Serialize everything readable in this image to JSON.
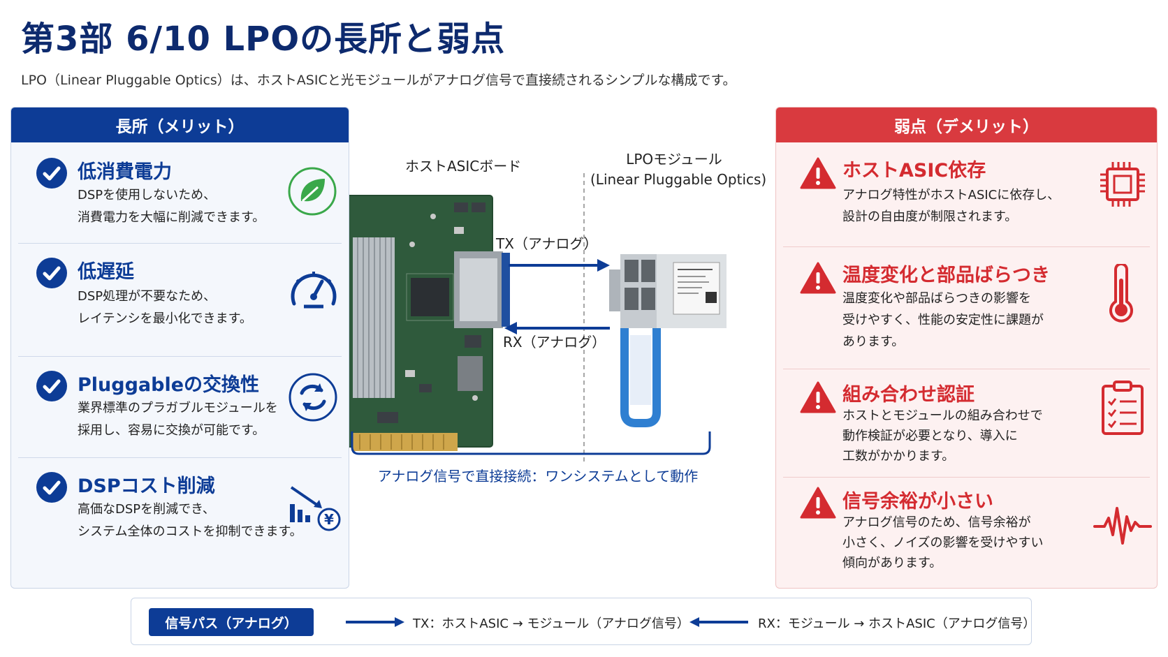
{
  "title": "第3部 6/10 LPOの長所と弱点",
  "subtitle": "LPO（Linear Pluggable Optics）は、ホストASICと光モジュールがアナログ信号で直接続されるシンプルな構成です。",
  "merits": {
    "header": "長所（メリット）",
    "items": [
      {
        "title": "低消費電力",
        "body": [
          "DSPを使用しないため、",
          "消費電力を大幅に削減できます。"
        ],
        "icon": "leaf-icon"
      },
      {
        "title": "低遅延",
        "body": [
          "DSP処理が不要なため、",
          "レイテンシを最小化できます。"
        ],
        "icon": "speedometer-icon"
      },
      {
        "title": "Pluggableの交換性",
        "body": [
          "業界標準のプラガブルモジュールを",
          "採用し、容易に交換が可能です。"
        ],
        "icon": "swap-icon"
      },
      {
        "title": "DSPコスト削減",
        "body": [
          "高価なDSPを削減でき、",
          "システム全体のコストを抑制できます。"
        ],
        "icon": "cost-down-icon"
      }
    ]
  },
  "weaknesses": {
    "header": "弱点（デメリット）",
    "items": [
      {
        "title": "ホストASIC依存",
        "body": [
          "アナログ特性がホストASICに依存し、",
          "設計の自由度が制限されます。"
        ],
        "icon": "chip-icon"
      },
      {
        "title": "温度変化と部品ばらつき",
        "body": [
          "温度変化や部品ばらつきの影響を",
          "受けやすく、性能の安定性に課題が",
          "あります。"
        ],
        "icon": "thermometer-icon"
      },
      {
        "title": "組み合わせ認証",
        "body": [
          "ホストとモジュールの組み合わせで",
          "動作検証が必要となり、導入に",
          "工数がかかります。"
        ],
        "icon": "checklist-icon"
      },
      {
        "title": "信号余裕が小さい",
        "body": [
          "アナログ信号のため、信号余裕が",
          "小さく、ノイズの影響を受けやすい",
          "傾向があります。"
        ],
        "icon": "waveform-icon"
      }
    ]
  },
  "diagram": {
    "host_label": "ホストASICボード",
    "module_label_1": "LPOモジュール",
    "module_label_2": "(Linear Pluggable Optics)",
    "tx_label": "TX（アナログ）",
    "rx_label": "RX（アナログ）",
    "caption": "アナログ信号で直接接続：ワンシステムとして動作"
  },
  "bottom": {
    "pill": "信号パス（アナログ）",
    "tx": "TX：ホストASIC → モジュール（アナログ信号）",
    "rx": "RX：モジュール → ホストASIC（アナログ信号）"
  },
  "colors": {
    "navy": "#0d3c96",
    "red": "#d93a3f",
    "pcb": "#2f5a3c",
    "module_blue": "#2f7fd1"
  }
}
